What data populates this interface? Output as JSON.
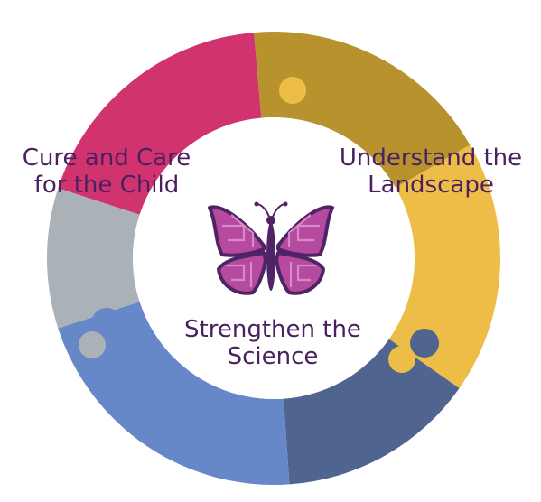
{
  "labels": {
    "cure": [
      "Cure and Care",
      "for the Child"
    ],
    "understand": [
      "Understand the",
      "Landscape"
    ],
    "strengthen": [
      "Strengthen the",
      "Science"
    ]
  },
  "colors": {
    "magenta": "#d1336f",
    "gold_dark": "#b8922d",
    "gold_light": "#eebd47",
    "navy": "#4f6590",
    "blue": "#6688c8",
    "gray": "#aab2b8",
    "text": "#4a2160",
    "butterfly_outer": "#4f2466",
    "butterfly_fill": "#b54a9f",
    "butterfly_light": "#d88ac8"
  },
  "icons": [
    "butterfly-icon"
  ]
}
